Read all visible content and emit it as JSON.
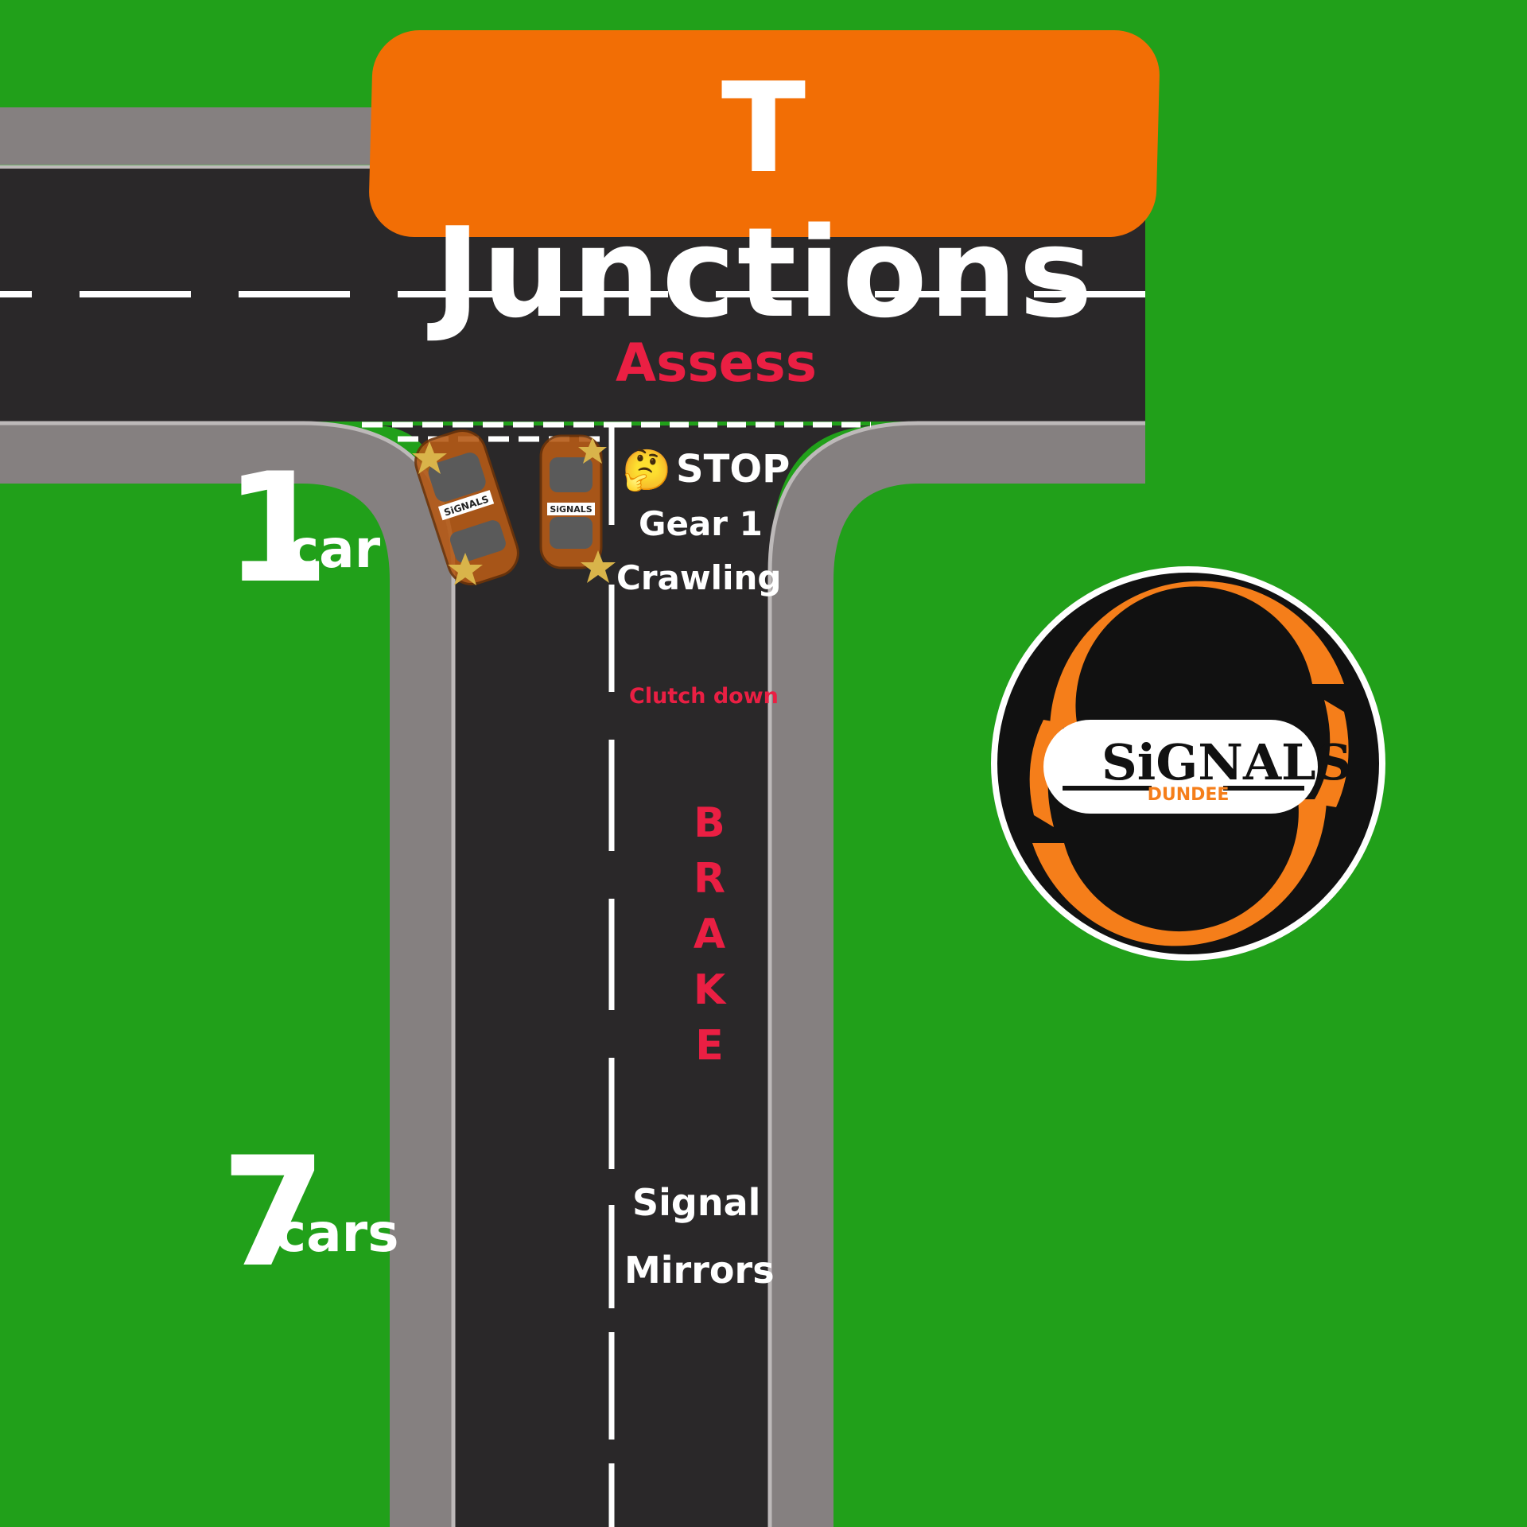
{
  "title": "T Junctions",
  "labels": {
    "assess": "Assess",
    "stop": "STOP",
    "gear": "Gear 1",
    "crawling": "Crawling",
    "clutch": "Clutch down",
    "brake_letters": [
      "B",
      "R",
      "A",
      "K",
      "E"
    ],
    "signal": "Signal",
    "mirrors": "Mirrors"
  },
  "distances": {
    "near_number": "1",
    "near_unit": "car",
    "far_number": "7",
    "far_unit": "cars"
  },
  "car_badge": "SiGNALS",
  "logo": {
    "name": "SiGNALS",
    "sub": "DUNDEE"
  },
  "icons": {
    "thinking": "thinking-face-icon"
  },
  "colors": {
    "grass": "#21a01a",
    "road": "#2a2829",
    "kerb": "#858080",
    "title_bg": "#f26e05",
    "red_text": "#ea1f43",
    "logo_orange": "#f57e1a",
    "car": "#b55a17"
  }
}
